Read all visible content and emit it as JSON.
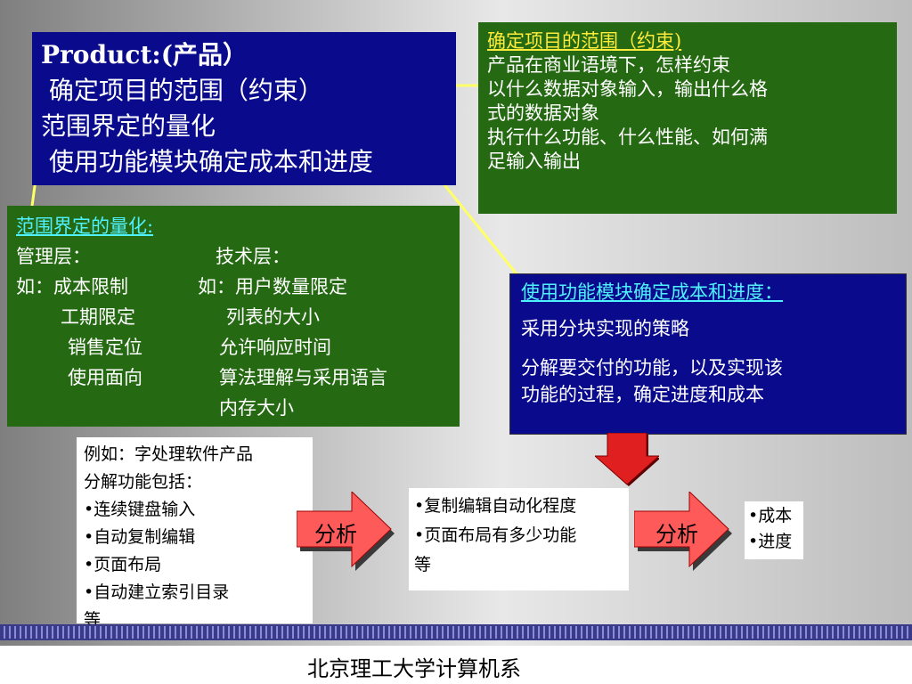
{
  "product": {
    "title": "Product:(产品）",
    "line1": " 确定项目的范围（约束）",
    "line2": "范围界定的量化",
    "line3": " 使用功能模块确定成本和进度"
  },
  "scope": {
    "heading": "确定项目的范围（约束)",
    "lines": [
      "产品在商业语境下，怎样约束",
      "以什么数据对象输入，输出什么格",
      "式的数据对象",
      "执行什么功能、什么性能、如何满",
      "足输入输出"
    ]
  },
  "quantify": {
    "heading": "范围界定的量化:",
    "mgmt": "管理层：",
    "tech": "技术层：",
    "rows": [
      {
        "left": "如：成本限制",
        "right": "如：用户数量限定"
      },
      {
        "left": "工期限定",
        "right": "列表的大小"
      },
      {
        "left": "销售定位",
        "right": "允许响应时间"
      },
      {
        "left": "使用面向",
        "right": "算法理解与采用语言"
      },
      {
        "left": "",
        "right": "内存大小"
      }
    ]
  },
  "func": {
    "heading": "使用功能模块确定成本和进度：",
    "p1": "采用分块实现的策略",
    "p2a": "分解要交付的功能，以及实现该",
    "p2b": "功能的过程，确定进度和成本"
  },
  "example": {
    "lines": [
      "例如：字处理软件产品",
      "分解功能包括：",
      "•连续键盘输入",
      "•自动复制编辑",
      "•页面布局",
      "•自动建立索引目录",
      "等"
    ]
  },
  "middle": {
    "lines": [
      "•复制编辑自动化程度",
      "•页面布局有多少功能",
      "等"
    ]
  },
  "result": {
    "lines": [
      "•成本",
      "•进度"
    ]
  },
  "arrows": {
    "label1": "分析",
    "label2": "分析"
  },
  "footer": {
    "text": "北京理工大学计算机系"
  },
  "colors": {
    "blue_box": "#0a0a8c",
    "green_box": "#256a12",
    "connector": "#ffff66",
    "arrow_fill": "#ff5a5a"
  }
}
